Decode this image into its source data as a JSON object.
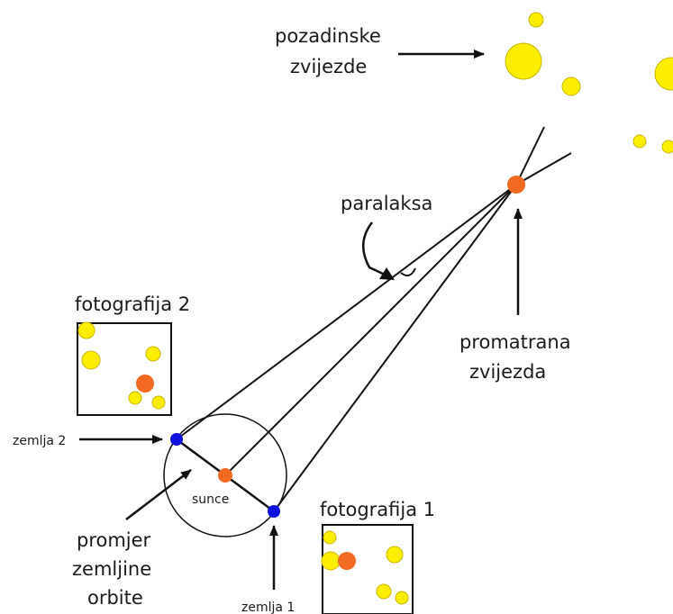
{
  "labels": {
    "background_stars_line1": "pozadinske",
    "background_stars_line2": "zvijezde",
    "parallax": "paralaksa",
    "observed_star_line1": "promatrana",
    "observed_star_line2": "zvijezda",
    "photo2": "fotografija 2",
    "photo1": "fotografija 1",
    "earth2": "zemlja 2",
    "earth1": "zemlja 1",
    "sun": "sunce",
    "diameter_line1": "promjer",
    "diameter_line2": "zemljine",
    "diameter_line3": "orbite"
  },
  "colors": {
    "star_yellow": "#ffee00",
    "star_outline": "#c8b400",
    "observed_star": "#f26a22",
    "earth": "#1010e0",
    "lines": "#111111",
    "text": "#1a1a1a"
  }
}
